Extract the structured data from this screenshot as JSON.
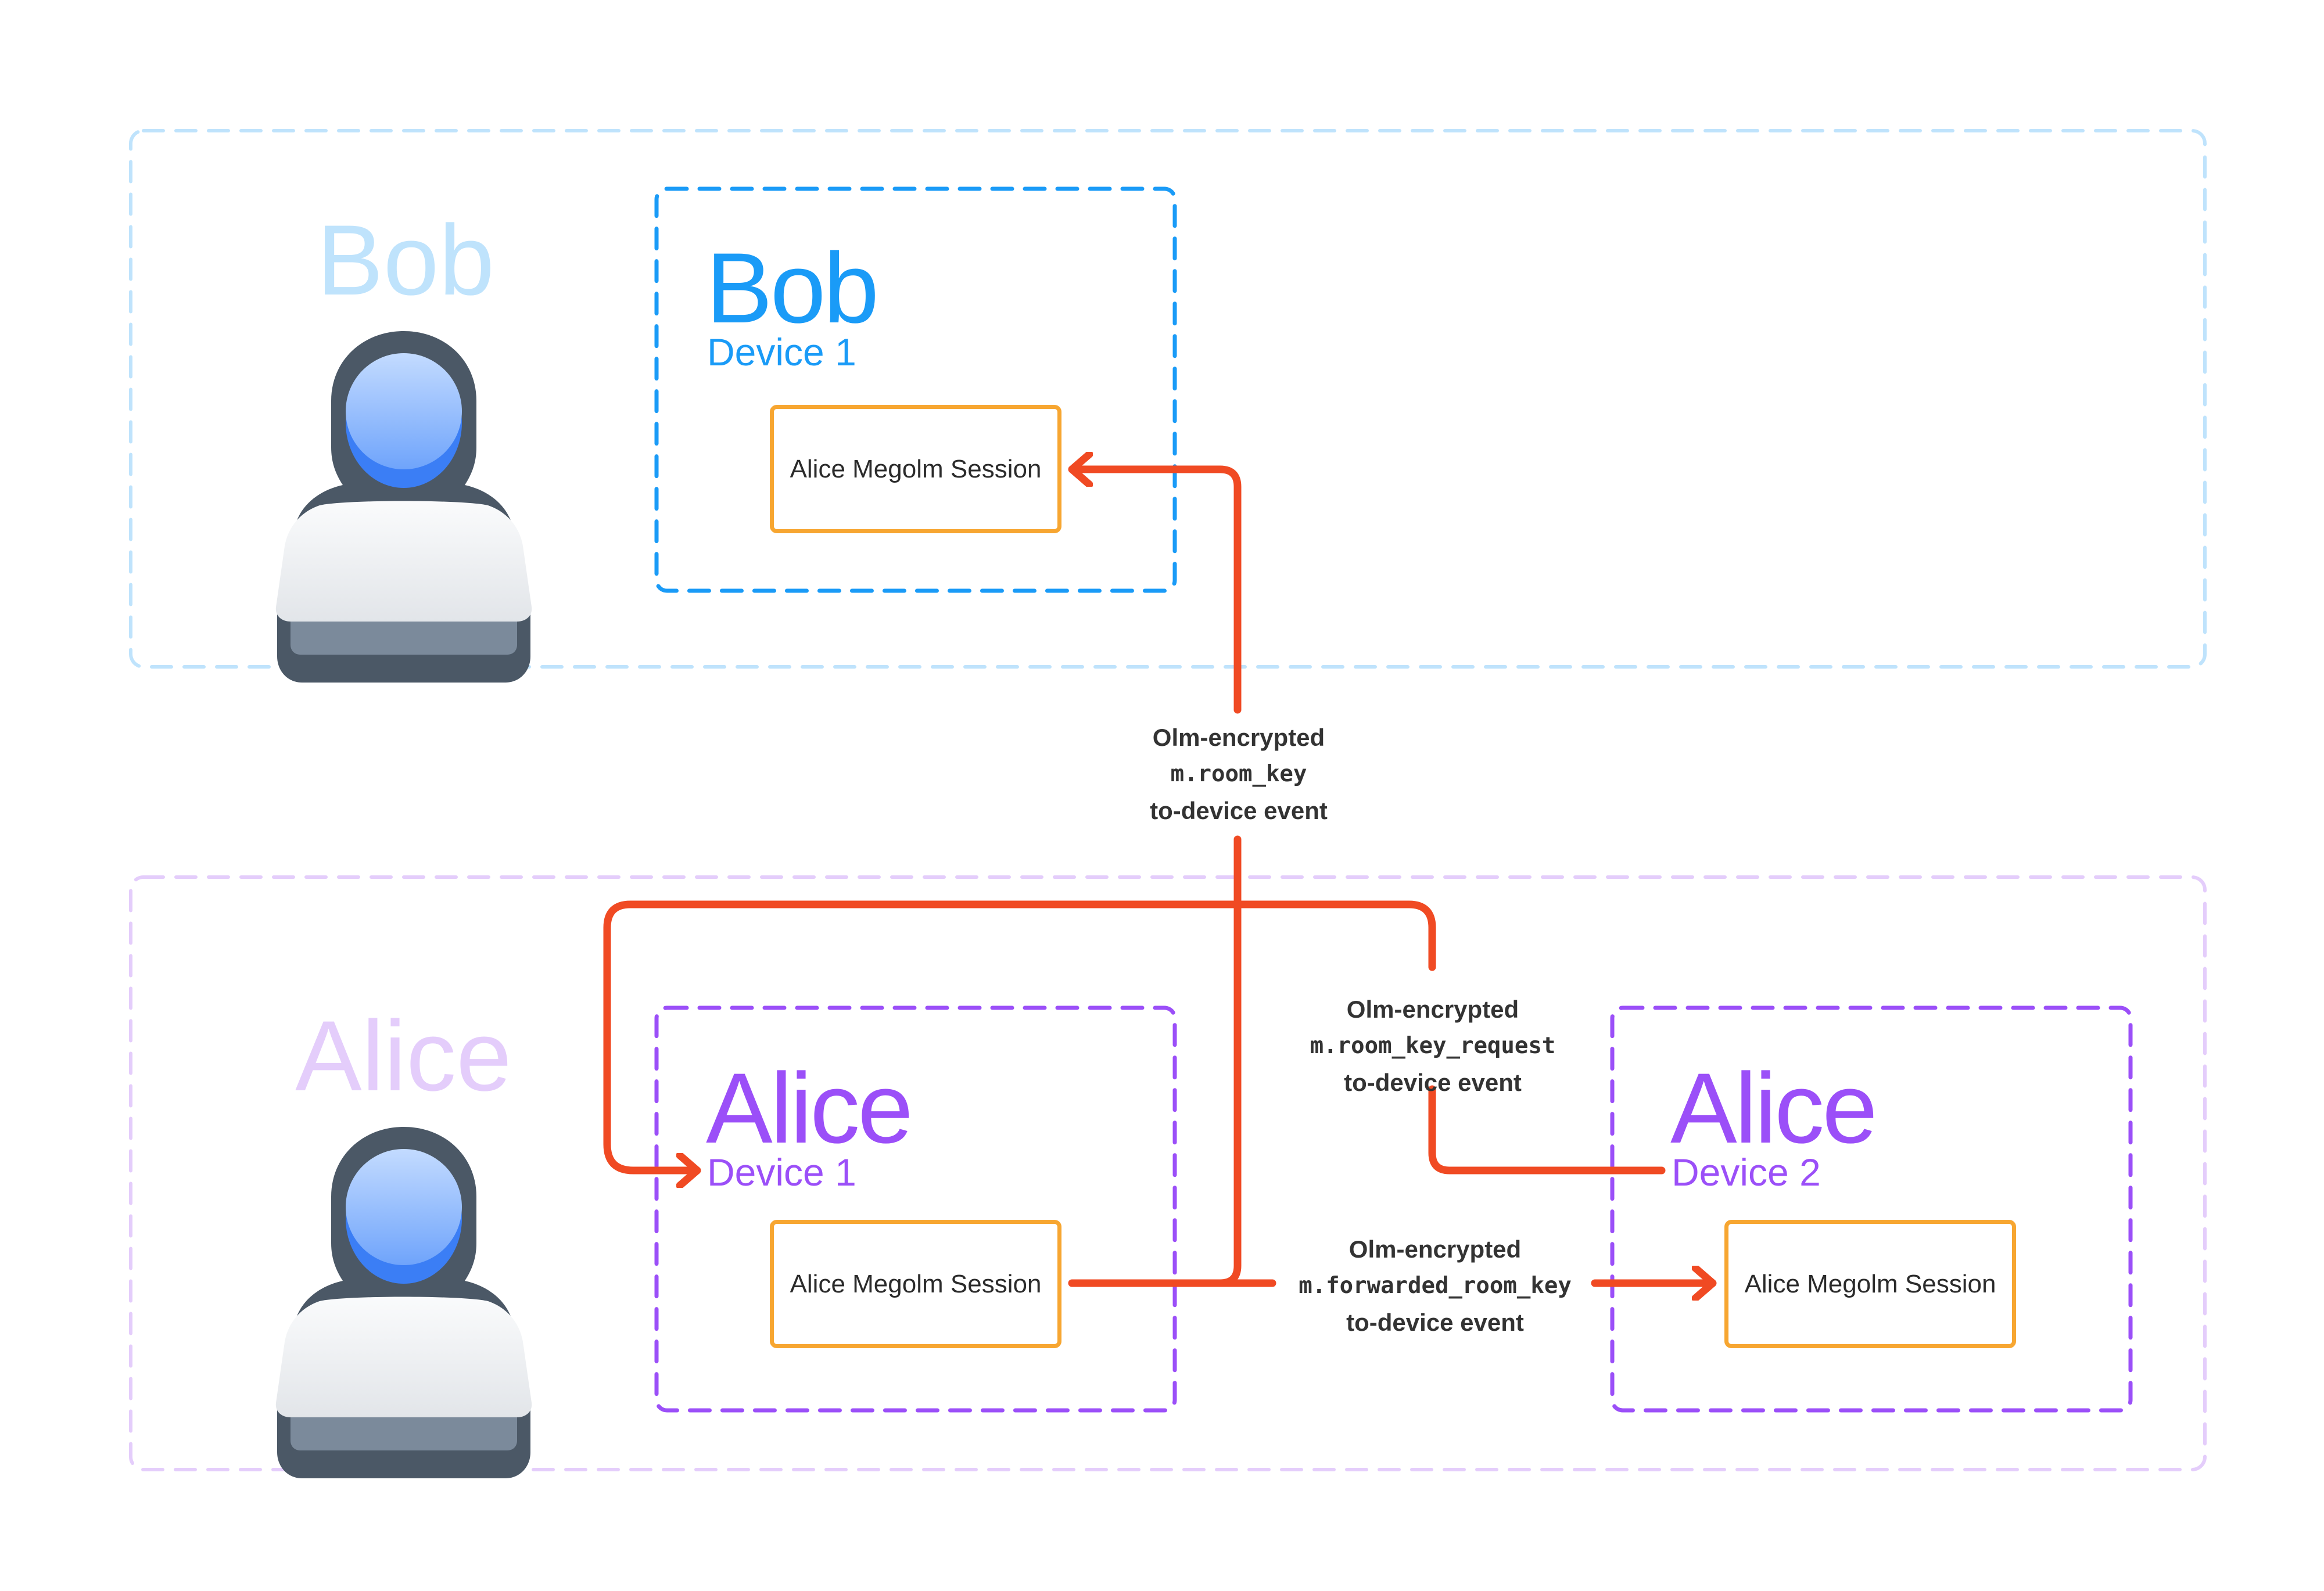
{
  "colors": {
    "bob_group_border": "#bfe3fc",
    "bob_name_faded": "#bfe3fc",
    "bob_device_accent": "#1a9bf7",
    "alice_group_border": "#e4cdfb",
    "alice_name_faded": "#e4cdfb",
    "alice_device_accent": "#9b4ff8",
    "session_border": "#f7a631",
    "arrow": "#f04a23",
    "label_text": "#333333"
  },
  "groups": {
    "bob": {
      "user_label": "Bob",
      "avatar_icon": "user-avatar-icon",
      "devices": [
        {
          "name": "Bob",
          "device": "Device 1",
          "session": "Alice Megolm Session"
        }
      ]
    },
    "alice": {
      "user_label": "Alice",
      "avatar_icon": "user-avatar-icon",
      "devices": [
        {
          "name": "Alice",
          "device": "Device 1",
          "session": "Alice Megolm Session"
        },
        {
          "name": "Alice",
          "device": "Device 2",
          "session": "Alice Megolm Session"
        }
      ]
    }
  },
  "events": [
    {
      "line1": "Olm-encrypted",
      "event_type": "m.room_key",
      "line3": "to-device event",
      "from": "Alice Device 1 session",
      "to": "Bob Device 1 session"
    },
    {
      "line1": "Olm-encrypted",
      "event_type": "m.room_key_request",
      "line3": "to-device event",
      "from": "Alice Device 2",
      "to": "Alice Device 1"
    },
    {
      "line1": "Olm-encrypted",
      "event_type": "m.forwarded_room_key",
      "line3": "to-device event",
      "from": "Alice Device 1 session",
      "to": "Alice Device 2 session"
    }
  ]
}
